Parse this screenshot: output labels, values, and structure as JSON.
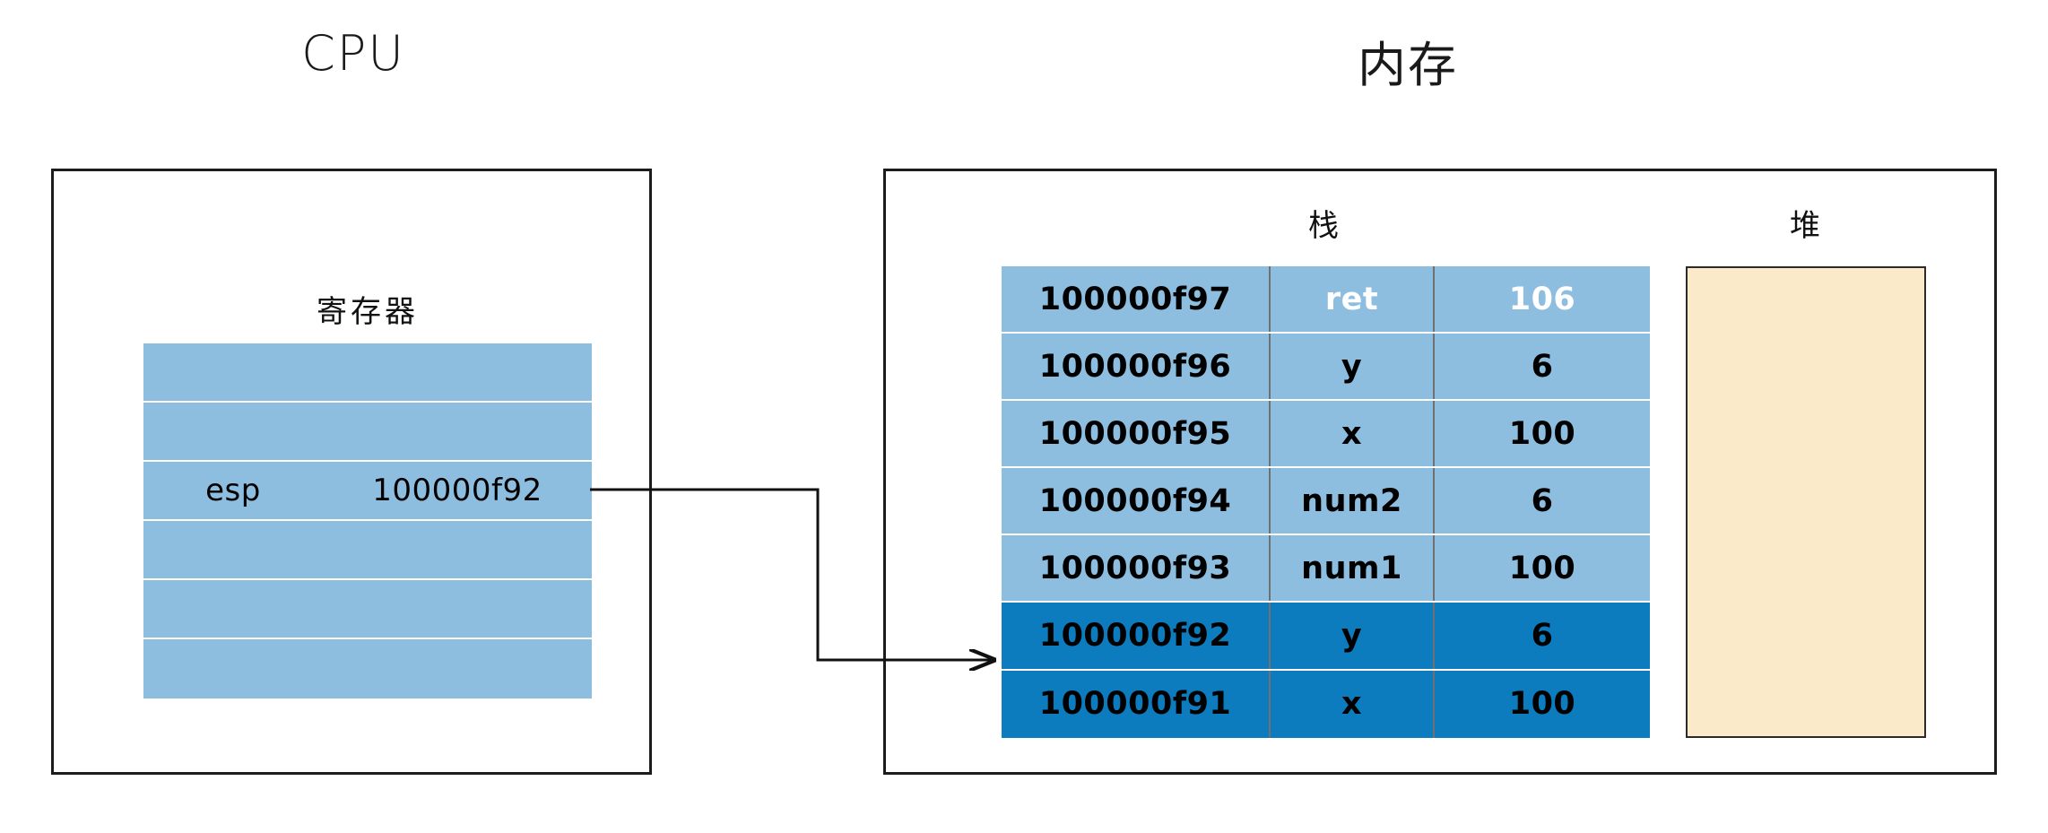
{
  "diagram": {
    "cpu": {
      "title": "CPU",
      "register_label": "寄存器",
      "registers": [
        {
          "name": "",
          "value": ""
        },
        {
          "name": "",
          "value": ""
        },
        {
          "name": "esp",
          "value": "100000f92"
        },
        {
          "name": "",
          "value": ""
        },
        {
          "name": "",
          "value": ""
        },
        {
          "name": "",
          "value": ""
        }
      ]
    },
    "memory": {
      "title": "内存",
      "stack_label": "栈",
      "heap_label": "堆",
      "stack_rows": [
        {
          "address": "100000f97",
          "variable": "ret",
          "value": "106",
          "tone": "light",
          "text": "white"
        },
        {
          "address": "100000f96",
          "variable": "y",
          "value": "6",
          "tone": "light",
          "text": "black"
        },
        {
          "address": "100000f95",
          "variable": "x",
          "value": "100",
          "tone": "light",
          "text": "black"
        },
        {
          "address": "100000f94",
          "variable": "num2",
          "value": "6",
          "tone": "light",
          "text": "black"
        },
        {
          "address": "100000f93",
          "variable": "num1",
          "value": "100",
          "tone": "light",
          "text": "black"
        },
        {
          "address": "100000f92",
          "variable": "y",
          "value": "6",
          "tone": "dark",
          "text": "black"
        },
        {
          "address": "100000f91",
          "variable": "x",
          "value": "100",
          "tone": "dark",
          "text": "black"
        }
      ],
      "heap_contents": ""
    },
    "connector": {
      "label": "esp-points-to-100000f92"
    },
    "colors": {
      "table_light_blue": "#8DBEE0",
      "table_dark_blue": "#0C7CBF",
      "heap_cream": "#FAEACA",
      "outline": "#1c1c1c",
      "row_divider": "#ffffff"
    }
  }
}
